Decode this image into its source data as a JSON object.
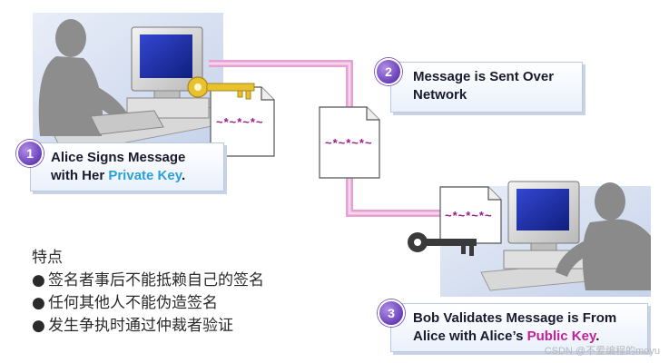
{
  "steps": [
    {
      "num": "1",
      "line1": "Alice Signs Message",
      "line2_prefix": "with Her ",
      "key_label": "Private Key",
      "line2_suffix": "."
    },
    {
      "num": "2",
      "line1": "Message is Sent Over",
      "line2": "Network"
    },
    {
      "num": "3",
      "line1": "Bob Validates Message is From",
      "line2_prefix": "Alice with Alice’s ",
      "key_label": "Public Key",
      "line2_suffix": "."
    }
  ],
  "document_text": "~*~*~*~",
  "notes": {
    "heading": "特点",
    "bullet": "●",
    "items": [
      "签名者事后不能抵赖自己的签名",
      "任何其他人不能伪造签名",
      "发生争执时通过仲裁者验证"
    ]
  },
  "watermark": "CSDN @不爱编程的moyu",
  "colors": {
    "cable": "#e6a0d4",
    "private_key": "#2aa0d8",
    "public_key": "#c2209a",
    "gold_key": "#e8c22e",
    "dark_key": "#3a3a3a",
    "screen": "#1c2fae"
  }
}
